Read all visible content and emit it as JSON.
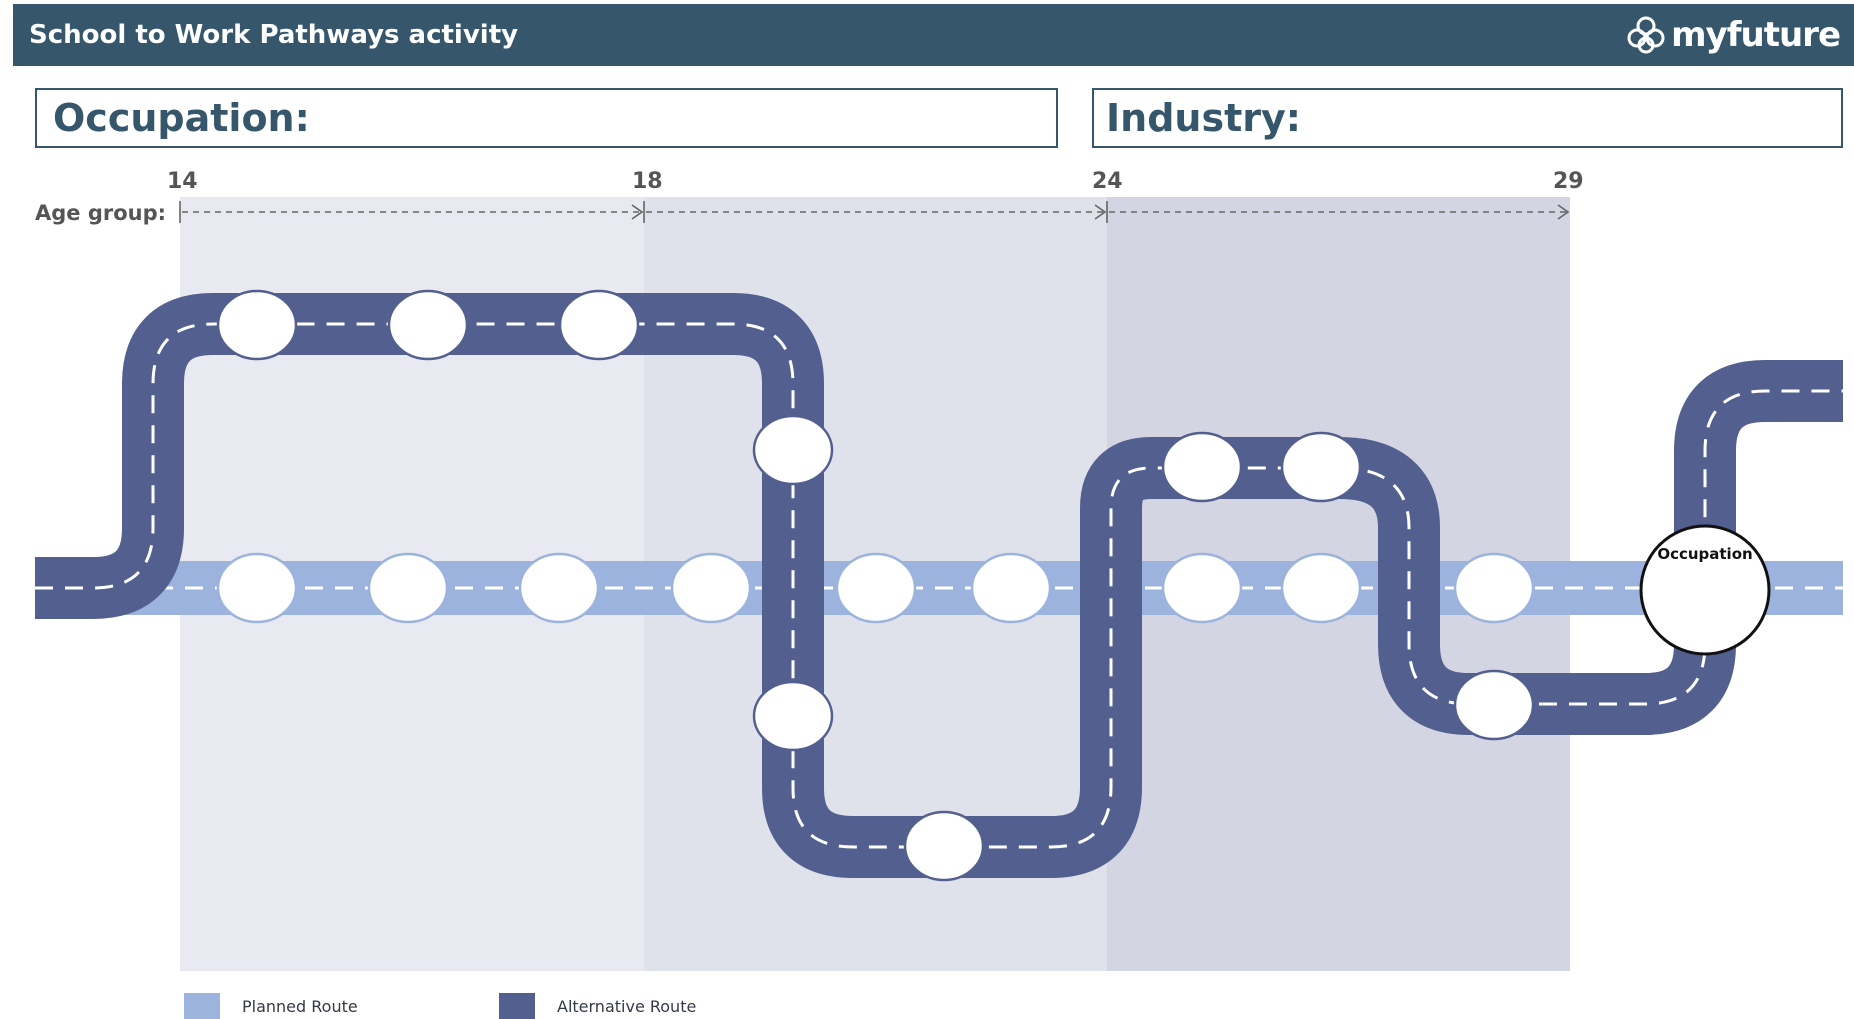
{
  "header": {
    "title": "School to Work Pathways activity",
    "brand": "myfuture"
  },
  "fields": {
    "occupation_label": "Occupation:",
    "industry_label": "Industry:"
  },
  "timeline": {
    "label": "Age group:",
    "ages": [
      "14",
      "18",
      "24",
      "29"
    ]
  },
  "map": {
    "destination_label": "Occupation"
  },
  "legend": {
    "planned_label": "Planned Route",
    "alternative_label": "Alternative Route"
  },
  "colors": {
    "header": "#35566b",
    "planned_route": "#9cb4dd",
    "alternative_route": "#525f8f",
    "band_1": "#e9eaf1",
    "band_2": "#dfe1eb",
    "band_3": "#d3d5e3"
  }
}
